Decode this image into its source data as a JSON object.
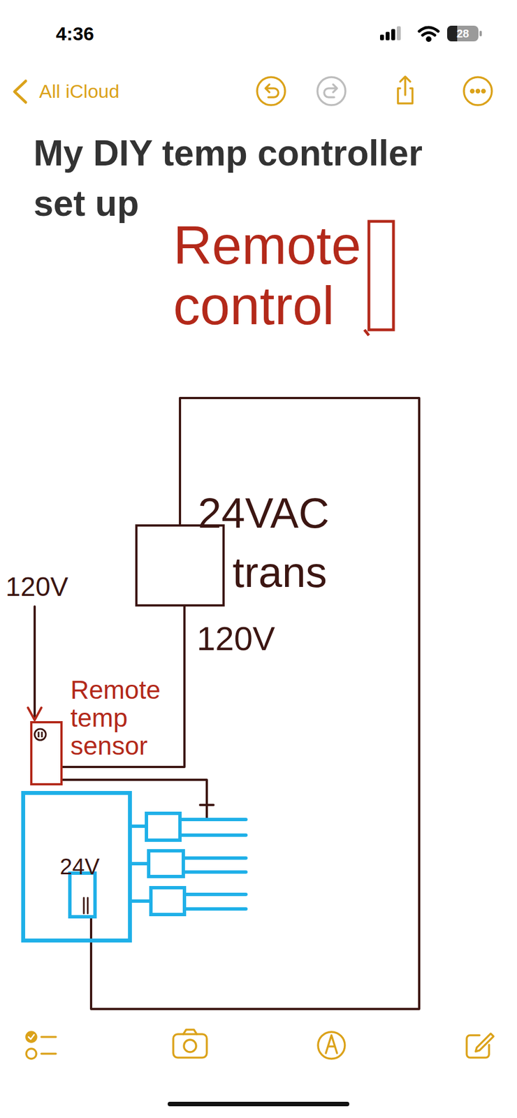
{
  "diagram": {
    "title": "My DIY temp controller set up",
    "nodes": [
      {
        "text": [
          "24VAC",
          "trans"
        ]
      },
      {
        "text": [
          "Remote temp sensor"
        ]
      },
      {
        "text": [
          "24V"
        ]
      }
    ],
    "edges": [
      {
        "from": 0,
        "to": 1,
        "arrow": "none"
      },
      {
        "from": 0,
        "to": 2,
        "arrow": "none"
      }
    ],
    "labels": [
      "4:36",
      "28",
      "All iCloud",
      "Remote control",
      "120V",
      "120V"
    ]
  }
}
